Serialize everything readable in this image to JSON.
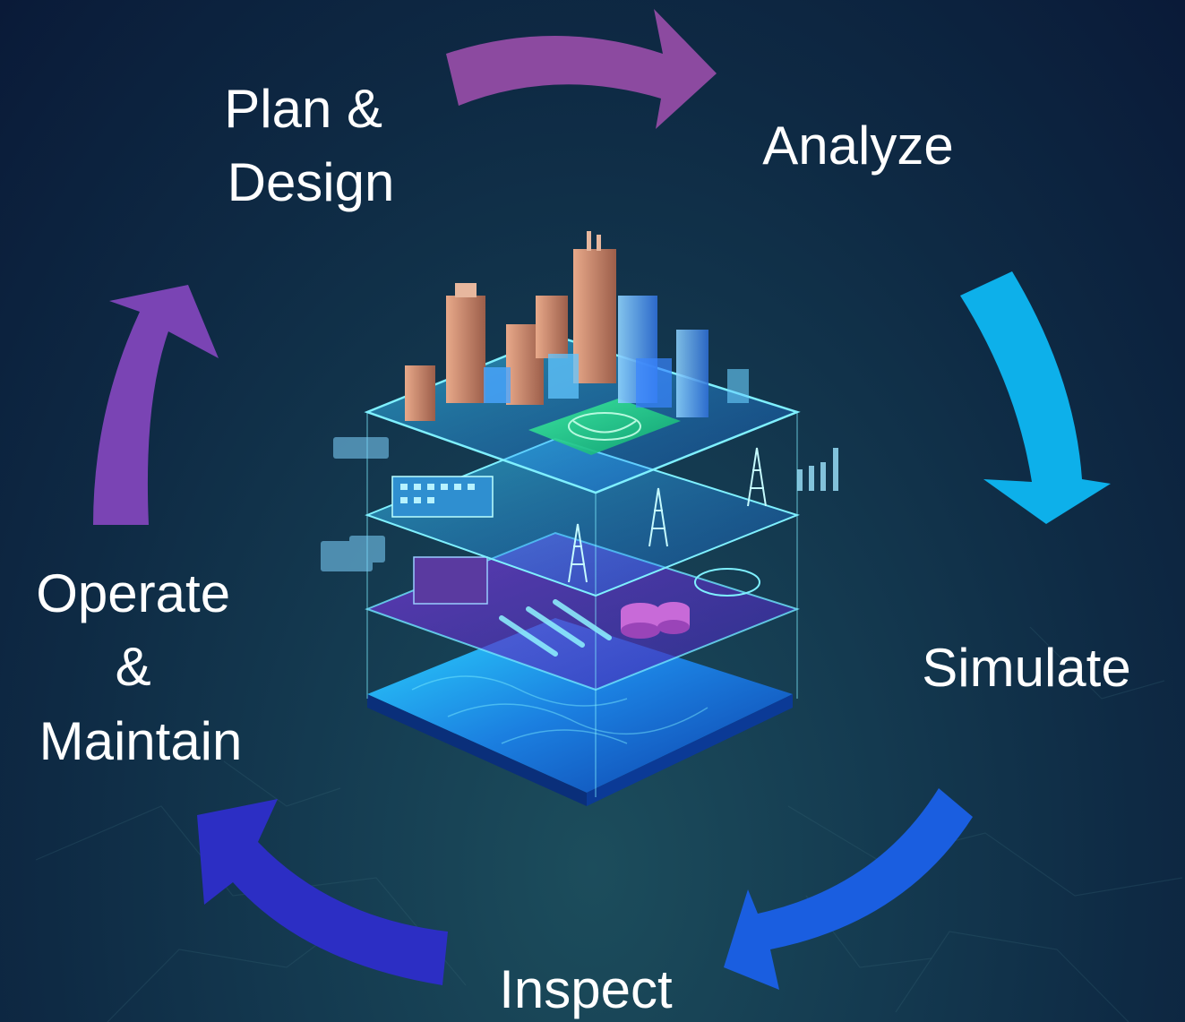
{
  "diagram": {
    "stages": [
      {
        "lines": [
          "Plan &",
          "Design"
        ]
      },
      {
        "lines": [
          "Analyze"
        ]
      },
      {
        "lines": [
          "Simulate"
        ]
      },
      {
        "lines": [
          "Inspect"
        ]
      },
      {
        "lines": [
          "Operate",
          "&",
          "Maintain"
        ]
      }
    ],
    "arrow_colors": {
      "plan_to_analyze": "#8c4aa0",
      "analyze_to_simulate": "#0db0ea",
      "simulate_to_inspect": "#1a5ee0",
      "inspect_to_operate": "#2c2ec4",
      "operate_to_plan": "#7a44b4"
    },
    "background_colors": [
      "#0a1a38",
      "#1c4d5c"
    ],
    "center_illustration": "isometric-digital-twin-city-layers"
  }
}
